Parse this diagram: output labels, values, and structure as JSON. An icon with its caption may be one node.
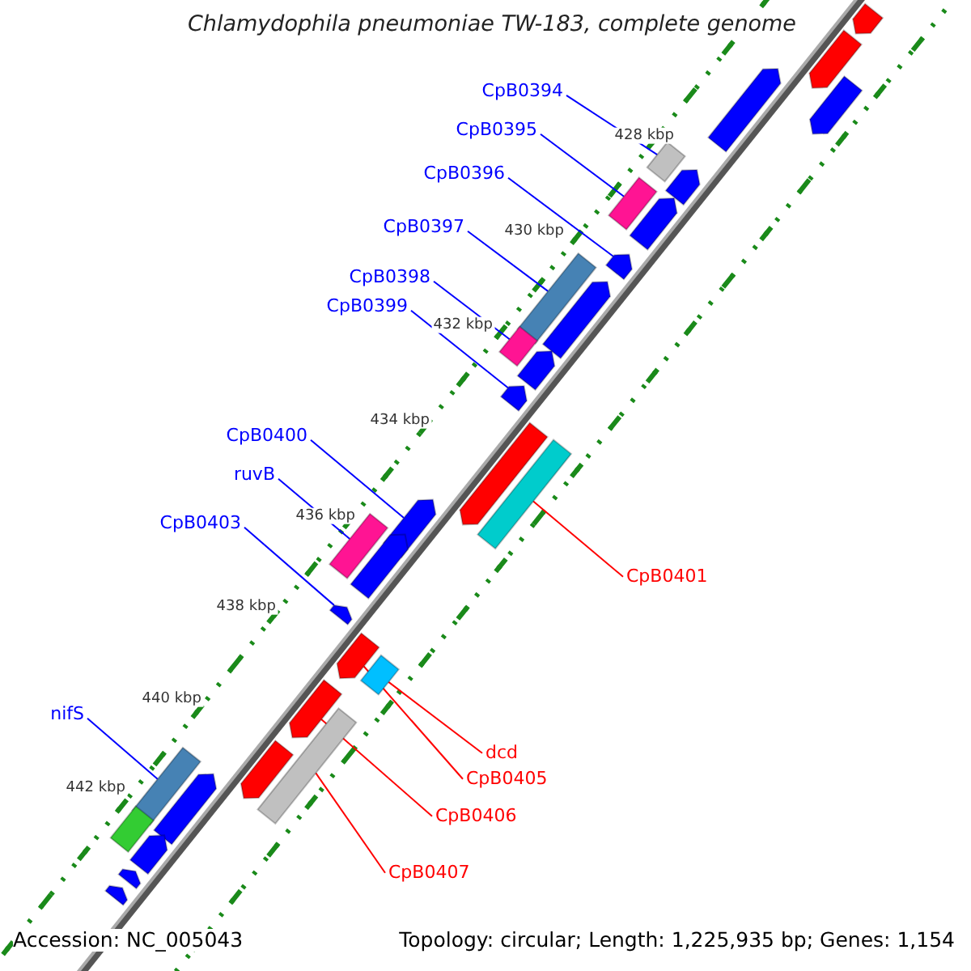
{
  "diagram": {
    "title": "Chlamydophila pneumoniae TW-183, complete genome",
    "nodes": [
      {
        "text": [
          "CpB0394"
        ]
      },
      {
        "text": [],
        "shape": "box"
      },
      {
        "text": [
          "CpB0395"
        ]
      },
      {
        "text": [],
        "shape": "box"
      },
      {
        "text": [
          "CpB0396"
        ]
      },
      {
        "text": [],
        "shape": "arrow"
      },
      {
        "text": [
          "CpB0397"
        ]
      },
      {
        "text": [],
        "shape": "box"
      },
      {
        "text": [
          "CpB0398"
        ]
      },
      {
        "text": [],
        "shape": "box"
      },
      {
        "text": [
          "CpB0399"
        ]
      },
      {
        "text": [],
        "shape": "arrow"
      },
      {
        "text": [
          "CpB0400"
        ]
      },
      {
        "text": [],
        "shape": "arrow"
      },
      {
        "text": [
          "ruvB"
        ]
      },
      {
        "text": [],
        "shape": "box"
      },
      {
        "text": [
          "CpB0403"
        ]
      },
      {
        "text": [],
        "shape": "arrow"
      },
      {
        "text": [
          "CpB0401"
        ]
      },
      {
        "text": [],
        "shape": "box"
      },
      {
        "text": [
          "nifS"
        ]
      },
      {
        "text": [],
        "shape": "box"
      },
      {
        "text": [
          "dcd"
        ]
      },
      {
        "text": [],
        "shape": "box"
      },
      {
        "text": [
          "CpB0405"
        ]
      },
      {
        "text": [],
        "shape": "arrow"
      },
      {
        "text": [
          "CpB0406"
        ]
      },
      {
        "text": [],
        "shape": "arrow"
      },
      {
        "text": [
          "CpB0407"
        ]
      },
      {
        "text": [],
        "shape": "box"
      },
      {
        "text": [],
        "shape": "arrow"
      },
      {
        "text": [],
        "shape": "arrow"
      },
      {
        "text": [],
        "shape": "arrow"
      },
      {
        "text": [],
        "shape": "arrow"
      },
      {
        "text": [],
        "shape": "arrow"
      },
      {
        "text": [],
        "shape": "arrow"
      },
      {
        "text": [],
        "shape": "arrow"
      },
      {
        "text": [],
        "shape": "arrow"
      },
      {
        "text": [],
        "shape": "arrow"
      },
      {
        "text": [],
        "shape": "arrow"
      },
      {
        "text": [],
        "shape": "arrow"
      },
      {
        "text": [],
        "shape": "arrow"
      },
      {
        "text": [],
        "shape": "box"
      },
      {
        "text": [],
        "shape": "arrow"
      },
      {
        "text": [],
        "shape": "arrow"
      },
      {
        "text": [],
        "shape": "arrow"
      }
    ],
    "edges": [
      {
        "from": 0,
        "to": 1,
        "arrow": "none"
      },
      {
        "from": 2,
        "to": 3,
        "arrow": "none"
      },
      {
        "from": 4,
        "to": 5,
        "arrow": "none"
      },
      {
        "from": 6,
        "to": 7,
        "arrow": "none"
      },
      {
        "from": 8,
        "to": 9,
        "arrow": "none"
      },
      {
        "from": 10,
        "to": 11,
        "arrow": "none"
      },
      {
        "from": 12,
        "to": 13,
        "arrow": "none"
      },
      {
        "from": 14,
        "to": 15,
        "arrow": "none"
      },
      {
        "from": 16,
        "to": 17,
        "arrow": "none"
      },
      {
        "from": 18,
        "to": 19,
        "arrow": "none",
        "color": "#ff0000"
      },
      {
        "from": 20,
        "to": 21,
        "arrow": "none"
      },
      {
        "from": 22,
        "to": 23,
        "arrow": "none",
        "color": "#ff0000"
      },
      {
        "from": 24,
        "to": 25,
        "arrow": "none",
        "color": "#ff0000"
      },
      {
        "from": 26,
        "to": 27,
        "arrow": "none",
        "color": "#ff0000"
      },
      {
        "from": 28,
        "to": 29,
        "arrow": "none",
        "color": "#ff0000"
      }
    ],
    "labels": [
      "428 kbp",
      "430 kbp",
      "432 kbp",
      "434 kbp",
      "436 kbp",
      "438 kbp",
      "440 kbp",
      "442 kbp",
      "Accession: NC_005043",
      "Topology: circular; Length: 1,225,935 bp; Genes: 1,154"
    ]
  }
}
